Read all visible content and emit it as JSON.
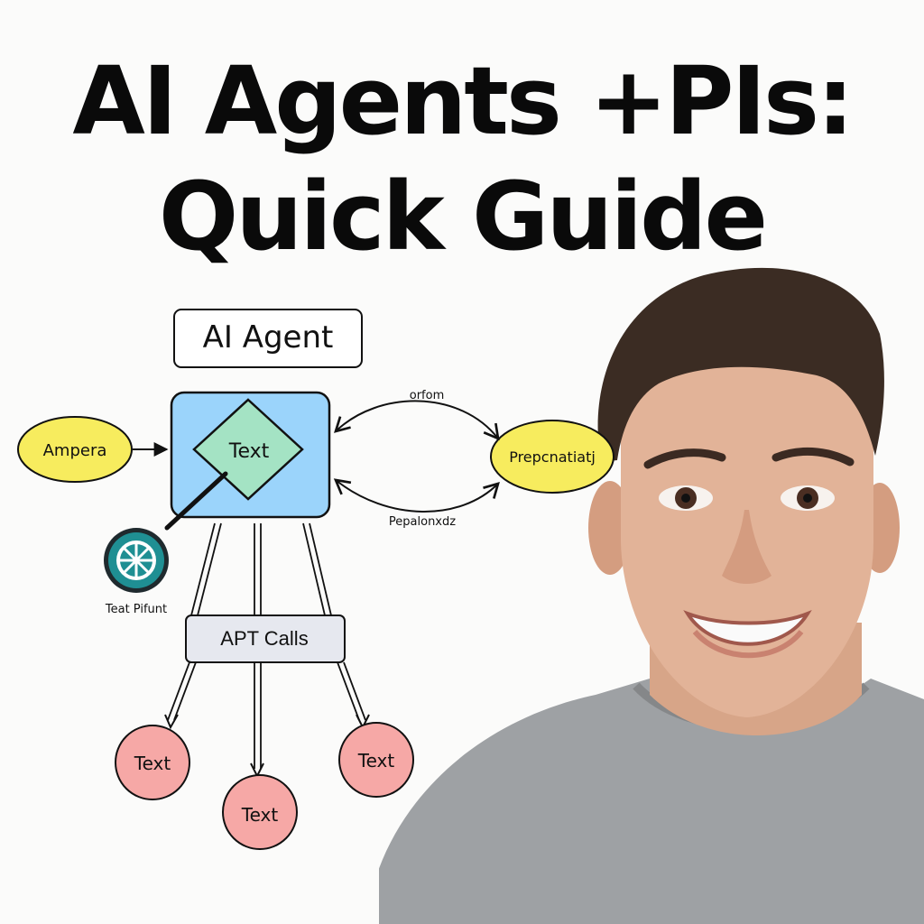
{
  "title": {
    "line1": "AI Agents +PIs:",
    "line2": "Quick Guide"
  },
  "diagram": {
    "agent_label": "AI Agent",
    "center_node": "Text",
    "left_node": "Ampera",
    "right_node": "Prepcnatiatj",
    "arrow_top_label": "orfom",
    "arrow_bottom_label": "Pepalonxdz",
    "logo_caption": "Teat Pifunt",
    "api_box": "APT Calls",
    "endpoints": [
      "Text",
      "Text",
      "Text"
    ]
  },
  "colors": {
    "agent_box": "#9bd4fb",
    "center_diamond": "#a4e3c4",
    "ellipse": "#f7ec5e",
    "api_box": "#e6e8ef",
    "endpoint_circle": "#f6a8a6",
    "logo": "#1f8f93"
  },
  "icons": {
    "logo": "openai-knot-icon"
  },
  "photo": {
    "subject": "smiling-man-portrait"
  }
}
